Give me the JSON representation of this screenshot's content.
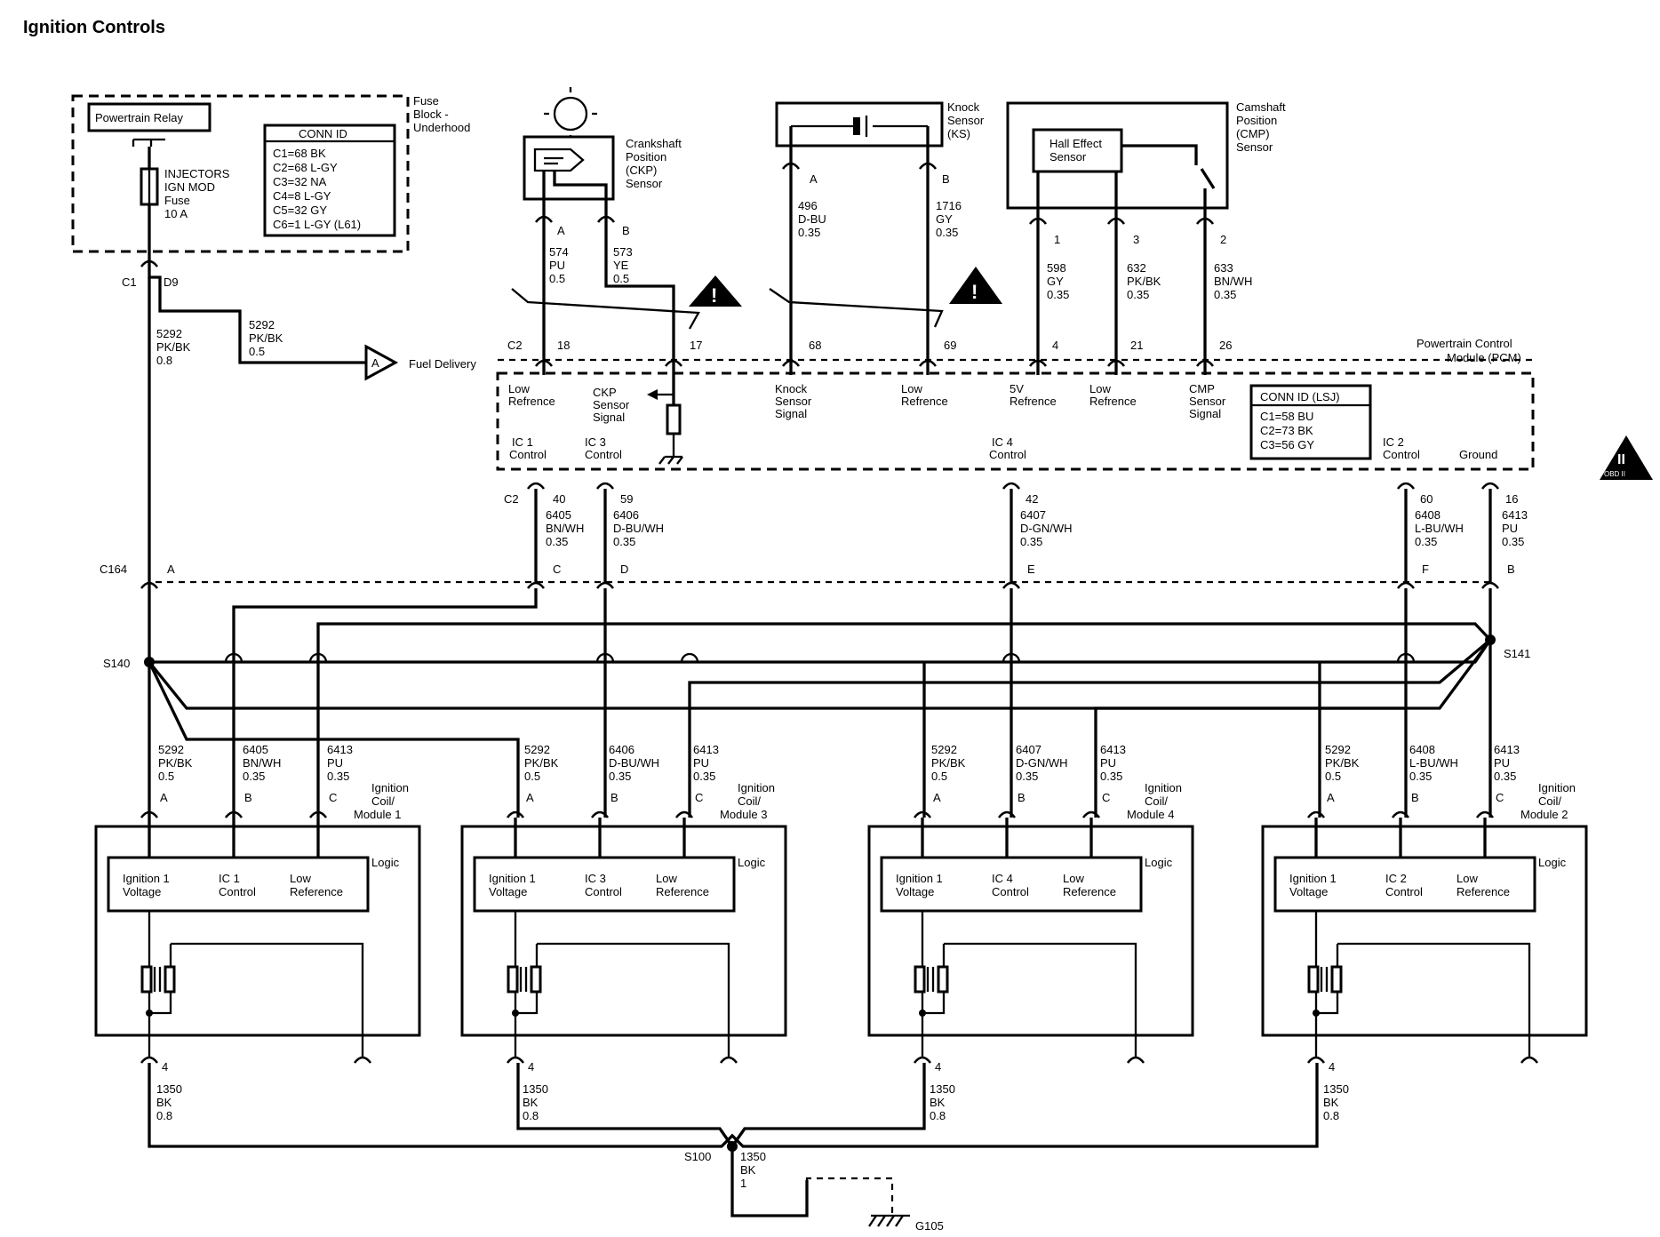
{
  "title": "Ignition Controls",
  "fuse_block": {
    "label": [
      "Fuse",
      "Block -",
      "Underhood"
    ],
    "relay": "Powertrain Relay",
    "fuse": [
      "INJECTORS",
      "IGN MOD",
      "Fuse",
      "10 A"
    ],
    "conn_id_header": "CONN ID",
    "conn_id": [
      "C1=68 BK",
      "C2=68 L-GY",
      "C3=32 NA",
      "C4=8 L-GY",
      "C5=32 GY",
      "C6=1 L-GY (L61)"
    ],
    "pin_c1": "C1",
    "pin_d9": "D9"
  },
  "fuel_delivery": {
    "wire": [
      "5292",
      "PK/BK",
      "0.5"
    ],
    "ref": "A",
    "label": "Fuel Delivery"
  },
  "left_feed": [
    "5292",
    "PK/BK",
    "0.8"
  ],
  "ckp": {
    "label": [
      "Crankshaft",
      "Position",
      "(CKP)",
      "Sensor"
    ],
    "pin_a": "A",
    "pin_b": "B",
    "wire_a": [
      "574",
      "PU",
      "0.5"
    ],
    "wire_b": [
      "573",
      "YE",
      "0.5"
    ]
  },
  "ks": {
    "label": [
      "Knock",
      "Sensor",
      "(KS)"
    ],
    "pin_a": "A",
    "pin_b": "B",
    "wire_a": [
      "496",
      "D-BU",
      "0.35"
    ],
    "wire_b": [
      "1716",
      "GY",
      "0.35"
    ]
  },
  "cmp": {
    "label": [
      "Camshaft",
      "Position",
      "(CMP)",
      "Sensor"
    ],
    "hall": [
      "Hall Effect",
      "Sensor"
    ],
    "pins": [
      "1",
      "3",
      "2"
    ],
    "wires": [
      [
        "598",
        "GY",
        "0.35"
      ],
      [
        "632",
        "PK/BK",
        "0.35"
      ],
      [
        "633",
        "BN/WH",
        "0.35"
      ]
    ]
  },
  "pcm": {
    "label": [
      "Powertrain Control",
      "Module (PCM)"
    ],
    "top_conn": "C2",
    "top_pins": [
      "18",
      "17",
      "68",
      "69",
      "4",
      "21",
      "26"
    ],
    "top_labels": [
      [
        "Low",
        "Refrence"
      ],
      [
        "CKP",
        "Sensor",
        "Signal"
      ],
      [
        "Knock",
        "Sensor",
        "Signal"
      ],
      [
        "Low",
        "Refrence"
      ],
      [
        "5V",
        "Refrence"
      ],
      [
        "Low",
        "Refrence"
      ],
      [
        "CMP",
        "Sensor",
        "Signal"
      ]
    ],
    "bottom_labels": [
      [
        "IC 1",
        "Control"
      ],
      [
        "IC 3",
        "Control"
      ],
      [
        "IC 4",
        "Control"
      ],
      [
        "IC 2",
        "Control"
      ],
      [
        "Ground"
      ]
    ],
    "bottom_conn": "C2",
    "bottom_pins": [
      "40",
      "59",
      "42",
      "60",
      "16"
    ],
    "conn_id_header": "CONN ID (LSJ)",
    "conn_id": [
      "C1=58 BU",
      "C2=73 BK",
      "C3=56 GY"
    ],
    "obd_mark": [
      "II",
      "OBD II"
    ]
  },
  "pcm_out_wires": [
    [
      "6405",
      "BN/WH",
      "0.35"
    ],
    [
      "6406",
      "D-BU/WH",
      "0.35"
    ],
    [
      "6407",
      "D-GN/WH",
      "0.35"
    ],
    [
      "6408",
      "L-BU/WH",
      "0.35"
    ],
    [
      "6413",
      "PU",
      "0.35"
    ]
  ],
  "c164": {
    "label": "C164",
    "pins": [
      "A",
      "C",
      "D",
      "E",
      "F",
      "B"
    ]
  },
  "splices": {
    "s140": "S140",
    "s141": "S141",
    "s100": "S100"
  },
  "coils": [
    {
      "label": [
        "Ignition",
        "Coil/",
        "Module 1"
      ],
      "wires": [
        [
          "5292",
          "PK/BK",
          "0.5"
        ],
        [
          "6405",
          "BN/WH",
          "0.35"
        ],
        [
          "6413",
          "PU",
          "0.35"
        ]
      ],
      "pins": [
        "A",
        "B",
        "C"
      ],
      "logic": "Logic",
      "cells": [
        [
          "Ignition 1",
          "Voltage"
        ],
        [
          "IC 1",
          "Control"
        ],
        [
          "Low",
          "Reference"
        ]
      ],
      "ground_pin": "4",
      "ground_wire": [
        "1350",
        "BK",
        "0.8"
      ]
    },
    {
      "label": [
        "Ignition",
        "Coil/",
        "Module 3"
      ],
      "wires": [
        [
          "5292",
          "PK/BK",
          "0.5"
        ],
        [
          "6406",
          "D-BU/WH",
          "0.35"
        ],
        [
          "6413",
          "PU",
          "0.35"
        ]
      ],
      "pins": [
        "A",
        "B",
        "C"
      ],
      "logic": "Logic",
      "cells": [
        [
          "Ignition 1",
          "Voltage"
        ],
        [
          "IC 3",
          "Control"
        ],
        [
          "Low",
          "Reference"
        ]
      ],
      "ground_pin": "4",
      "ground_wire": [
        "1350",
        "BK",
        "0.8"
      ]
    },
    {
      "label": [
        "Ignition",
        "Coil/",
        "Module 4"
      ],
      "wires": [
        [
          "5292",
          "PK/BK",
          "0.5"
        ],
        [
          "6407",
          "D-GN/WH",
          "0.35"
        ],
        [
          "6413",
          "PU",
          "0.35"
        ]
      ],
      "pins": [
        "A",
        "B",
        "C"
      ],
      "logic": "Logic",
      "cells": [
        [
          "Ignition 1",
          "Voltage"
        ],
        [
          "IC 4",
          "Control"
        ],
        [
          "Low",
          "Reference"
        ]
      ],
      "ground_pin": "4",
      "ground_wire": [
        "1350",
        "BK",
        "0.8"
      ]
    },
    {
      "label": [
        "Ignition",
        "Coil/",
        "Module 2"
      ],
      "wires": [
        [
          "5292",
          "PK/BK",
          "0.5"
        ],
        [
          "6408",
          "L-BU/WH",
          "0.35"
        ],
        [
          "6413",
          "PU",
          "0.35"
        ]
      ],
      "pins": [
        "A",
        "B",
        "C"
      ],
      "logic": "Logic",
      "cells": [
        [
          "Ignition 1",
          "Voltage"
        ],
        [
          "IC 2",
          "Control"
        ],
        [
          "Low",
          "Reference"
        ]
      ],
      "ground_pin": "4",
      "ground_wire": [
        "1350",
        "BK",
        "0.8"
      ]
    }
  ],
  "ground": {
    "wire": [
      "1350",
      "BK",
      "1"
    ],
    "label": "G105"
  }
}
